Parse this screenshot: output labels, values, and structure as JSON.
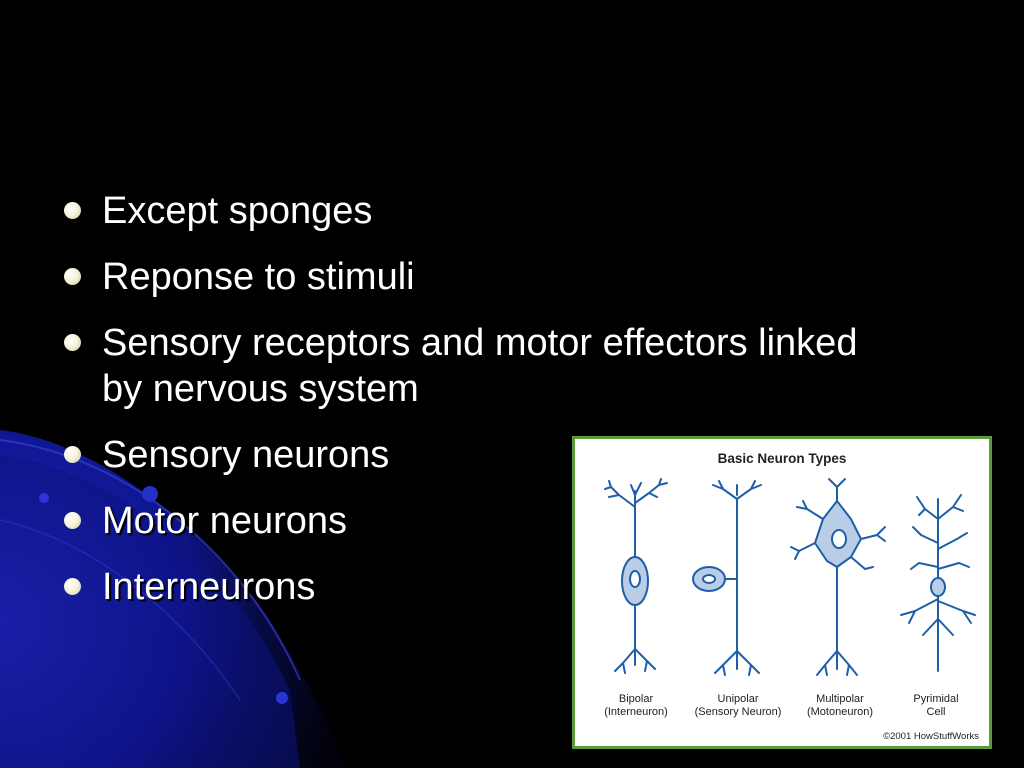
{
  "slide": {
    "bullets": [
      "Except sponges",
      "Reponse to stimuli",
      "Sensory receptors and motor effectors linked by nervous system",
      "Sensory neurons",
      "Motor neurons",
      "Interneurons"
    ]
  },
  "figure": {
    "title": "Basic Neuron Types",
    "neurons": [
      {
        "name": "Bipolar",
        "sub": "(Interneuron)"
      },
      {
        "name": "Unipolar",
        "sub": "(Sensory Neuron)"
      },
      {
        "name": "Multipolar",
        "sub": "(Motoneuron)"
      },
      {
        "name": "Pyrimidal",
        "sub": "Cell"
      }
    ],
    "copyright": "©2001 HowStuffWorks"
  },
  "colors": {
    "background": "#000000",
    "swoosh": "#1a20b8",
    "text": "#ffffff",
    "neuron_stroke": "#1f5fa8",
    "neuron_fill": "#b9cde6",
    "figure_border": "#5a9a3c"
  }
}
